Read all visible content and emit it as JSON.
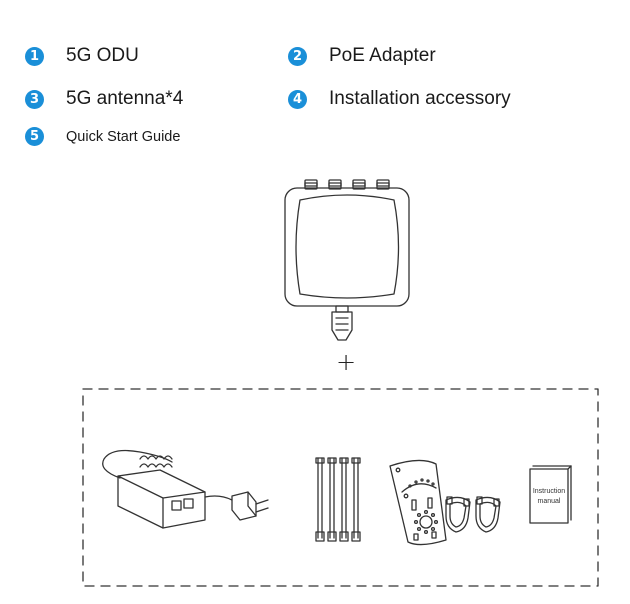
{
  "list": [
    {
      "num": "1",
      "label": "5G ODU"
    },
    {
      "num": "2",
      "label": "PoE Adapter"
    },
    {
      "num": "3",
      "label": "5G antenna*4"
    },
    {
      "num": "4",
      "label": "Installation accessory"
    },
    {
      "num": "5",
      "label": "Quick Start Guide"
    }
  ],
  "plus": "+",
  "manual": {
    "line1": "Instruction",
    "line2": "manual"
  },
  "colors": {
    "badge": "#1a8fd8",
    "line": "#333333"
  }
}
